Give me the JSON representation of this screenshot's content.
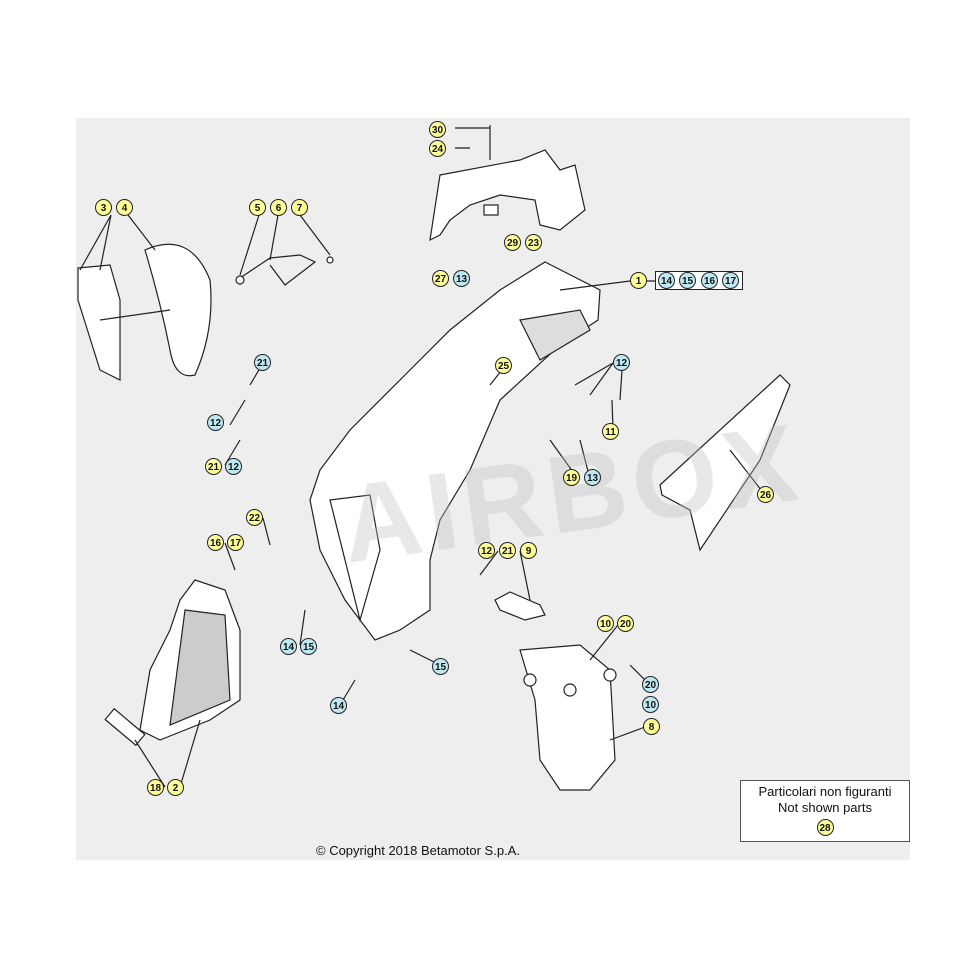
{
  "callouts": [
    {
      "id": "c30",
      "label": "30",
      "color": "y"
    },
    {
      "id": "c24",
      "label": "24",
      "color": "y"
    },
    {
      "id": "c3",
      "label": "3",
      "color": "y"
    },
    {
      "id": "c4",
      "label": "4",
      "color": "y"
    },
    {
      "id": "c5",
      "label": "5",
      "color": "y"
    },
    {
      "id": "c6",
      "label": "6",
      "color": "y"
    },
    {
      "id": "c7",
      "label": "7",
      "color": "y"
    },
    {
      "id": "c29",
      "label": "29",
      "color": "y"
    },
    {
      "id": "c23",
      "label": "23",
      "color": "y"
    },
    {
      "id": "c27",
      "label": "27",
      "color": "y"
    },
    {
      "id": "c13a",
      "label": "13",
      "color": "b"
    },
    {
      "id": "c1",
      "label": "1",
      "color": "y"
    },
    {
      "id": "c25",
      "label": "25",
      "color": "y"
    },
    {
      "id": "c21a",
      "label": "21",
      "color": "b"
    },
    {
      "id": "c12a",
      "label": "12",
      "color": "b"
    },
    {
      "id": "c12b",
      "label": "12",
      "color": "b"
    },
    {
      "id": "c11",
      "label": "11",
      "color": "y"
    },
    {
      "id": "c21b",
      "label": "21",
      "color": "y"
    },
    {
      "id": "c12c",
      "label": "12",
      "color": "b"
    },
    {
      "id": "c19",
      "label": "19",
      "color": "y"
    },
    {
      "id": "c13b",
      "label": "13",
      "color": "b"
    },
    {
      "id": "c26",
      "label": "26",
      "color": "y"
    },
    {
      "id": "c22",
      "label": "22",
      "color": "y"
    },
    {
      "id": "c16",
      "label": "16",
      "color": "y"
    },
    {
      "id": "c17",
      "label": "17",
      "color": "y"
    },
    {
      "id": "c12d",
      "label": "12",
      "color": "y"
    },
    {
      "id": "c21c",
      "label": "21",
      "color": "y"
    },
    {
      "id": "c9",
      "label": "9",
      "color": "y"
    },
    {
      "id": "c14a",
      "label": "14",
      "color": "b"
    },
    {
      "id": "c15a",
      "label": "15",
      "color": "b"
    },
    {
      "id": "c10a",
      "label": "10",
      "color": "y"
    },
    {
      "id": "c20a",
      "label": "20",
      "color": "y"
    },
    {
      "id": "c15b",
      "label": "15",
      "color": "b"
    },
    {
      "id": "c14b",
      "label": "14",
      "color": "b"
    },
    {
      "id": "c20b",
      "label": "20",
      "color": "b"
    },
    {
      "id": "c10b",
      "label": "10",
      "color": "b"
    },
    {
      "id": "c8",
      "label": "8",
      "color": "y"
    },
    {
      "id": "c18",
      "label": "18",
      "color": "y"
    },
    {
      "id": "c2",
      "label": "2",
      "color": "y"
    }
  ],
  "boxed_group": [
    "14",
    "15",
    "16",
    "17"
  ],
  "not_shown": {
    "line1": "Particolari non figuranti",
    "line2": "Not shown parts",
    "callout": "28"
  },
  "copyright": "© Copyright 2018 Betamotor S.p.A.",
  "watermark": "AIRBOX",
  "colors": {
    "yellow": "#ffff99",
    "blue": "#bfe9f2",
    "sheet": "#eeeeee"
  }
}
